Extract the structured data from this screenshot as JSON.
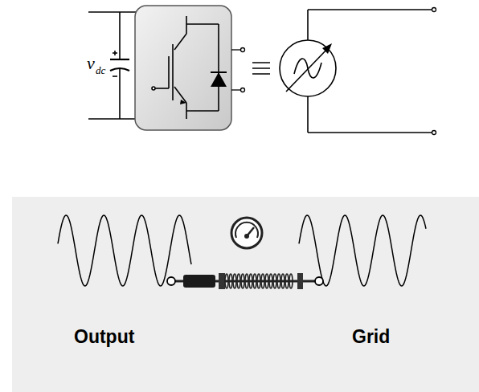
{
  "diagram": {
    "labels": [
      "v",
      "dc",
      "Output",
      "Grid"
    ]
  }
}
